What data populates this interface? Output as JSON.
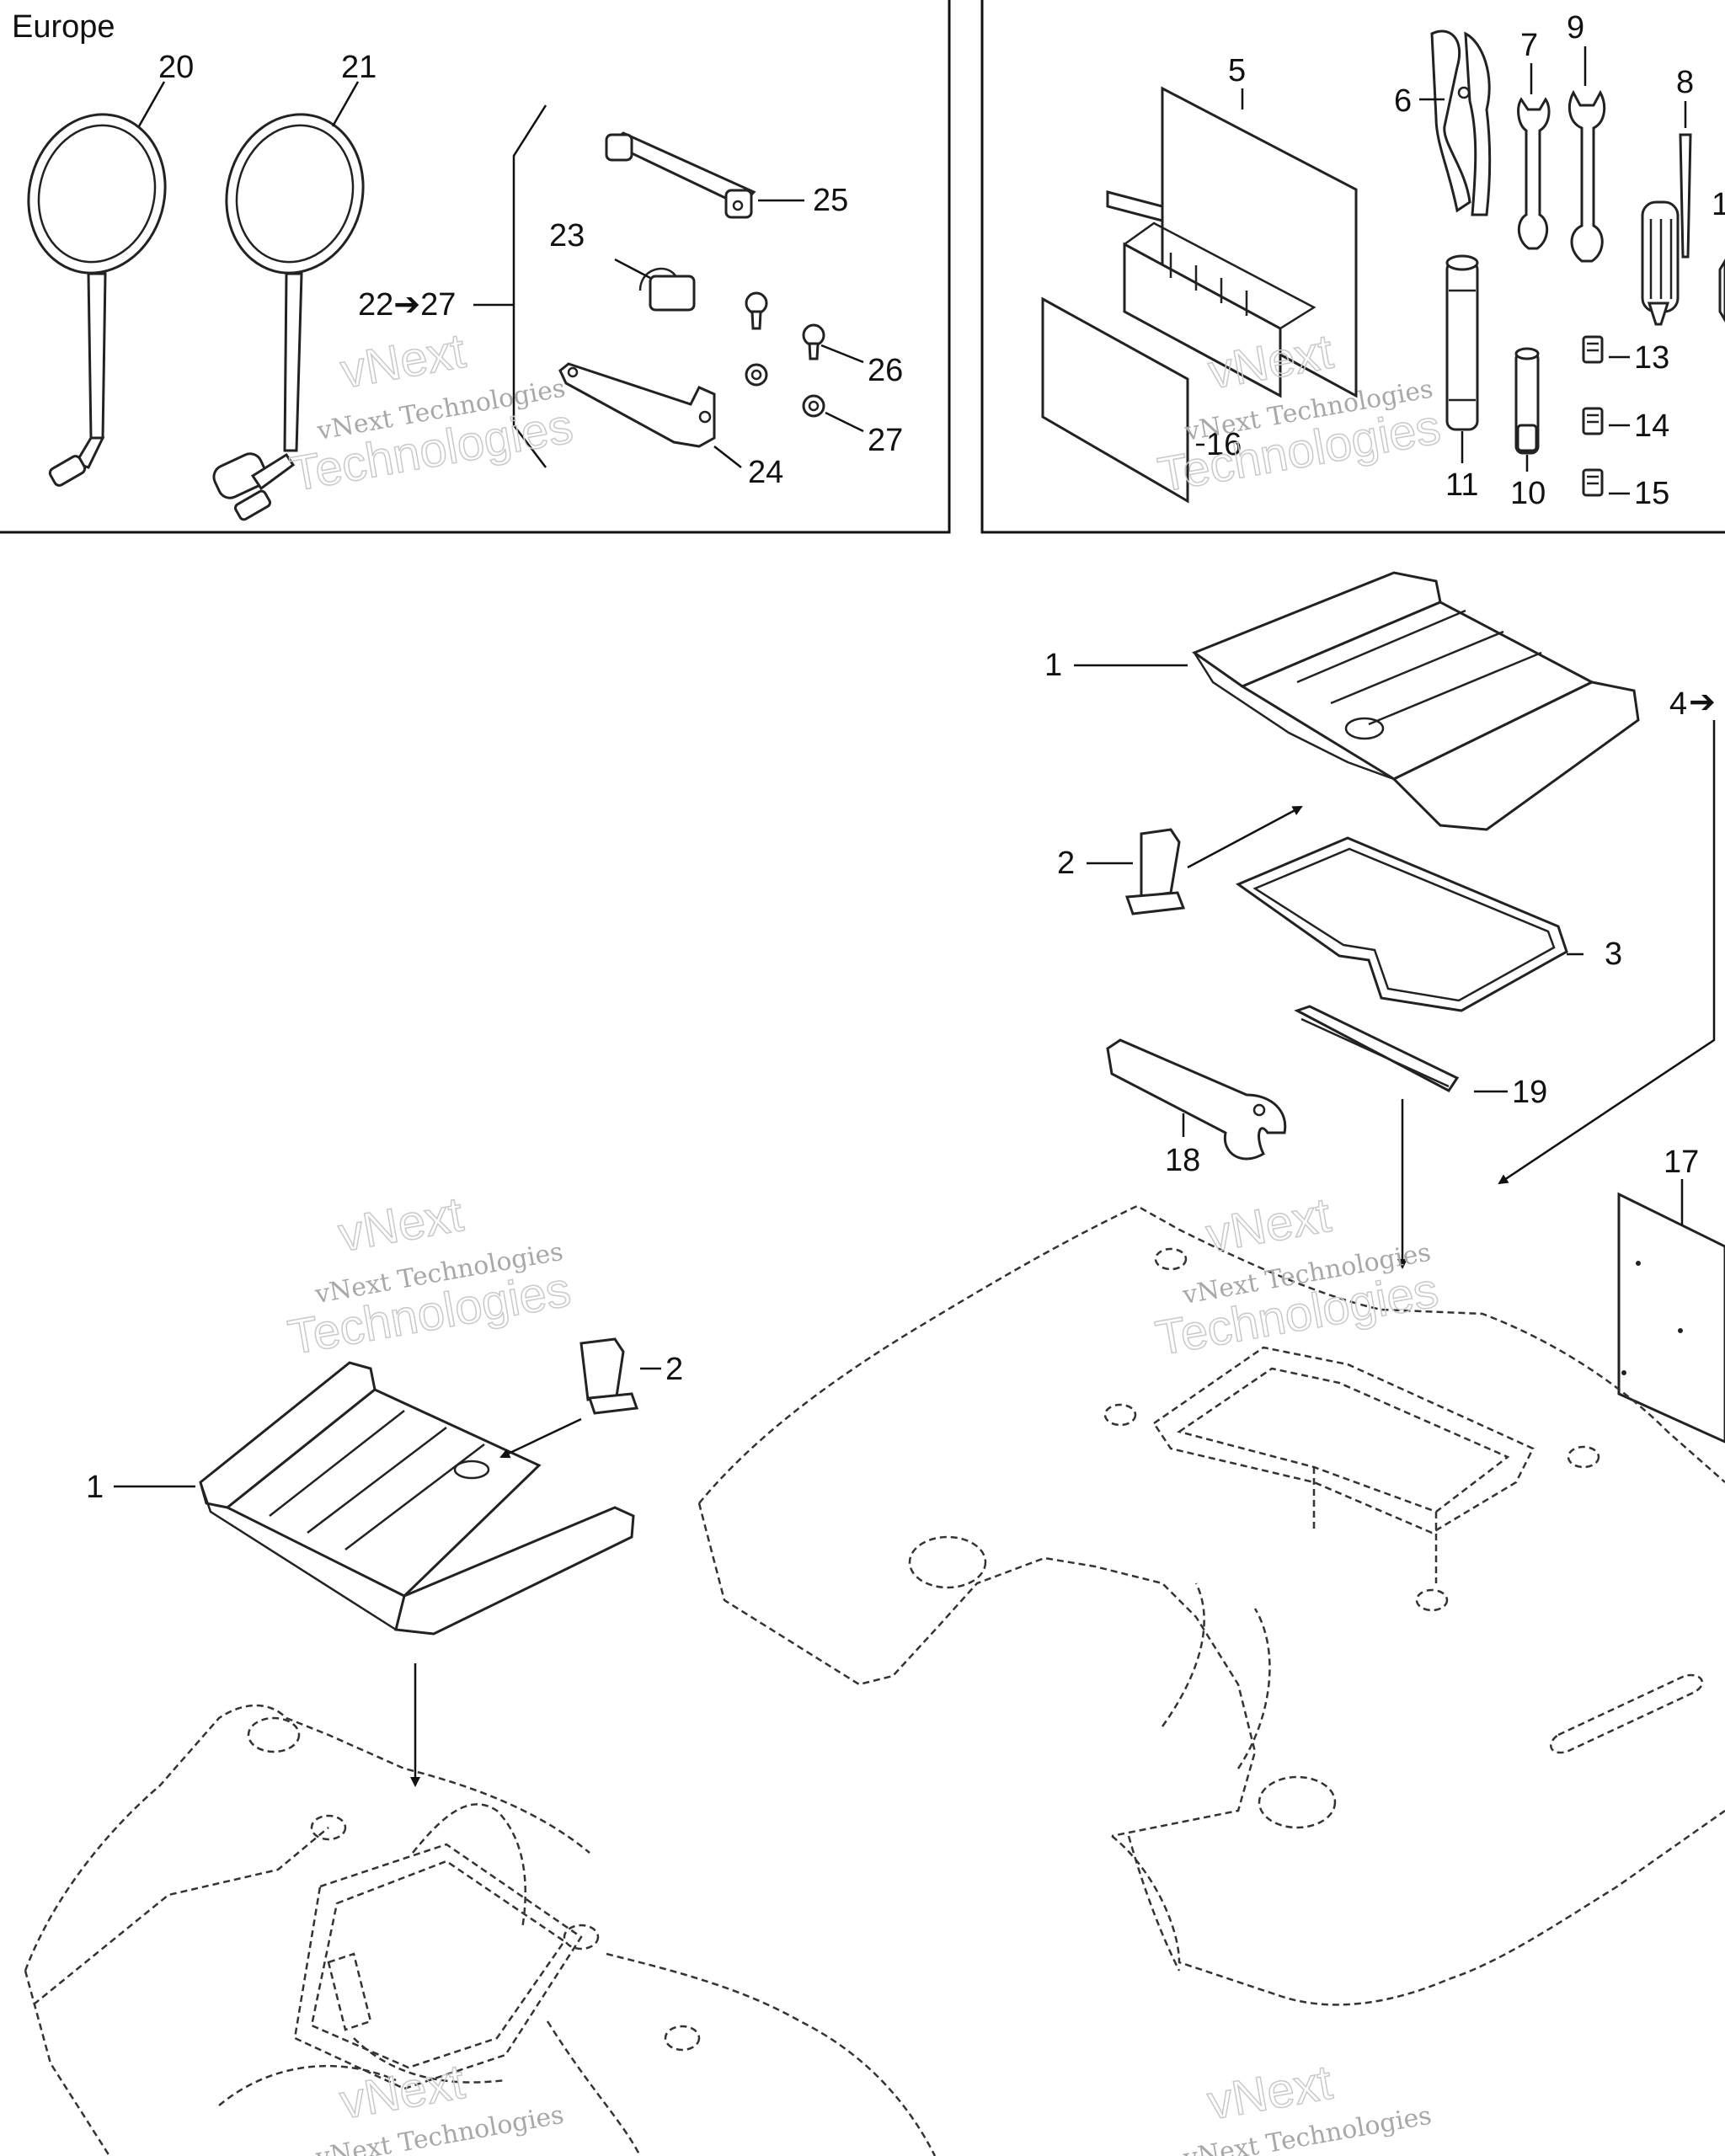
{
  "region_label": "Europe",
  "callouts": {
    "c1": "1",
    "c1b": "1",
    "c2": "2",
    "c2b": "2",
    "c3": "3",
    "c4": "4",
    "c5": "5",
    "c6": "6",
    "c7": "7",
    "c8": "8",
    "c9": "9",
    "c10": "10",
    "c11": "11",
    "c13": "13",
    "c14": "14",
    "c15": "15",
    "c16": "16",
    "c17": "17",
    "c18": "18",
    "c19": "19",
    "c20": "20",
    "c21": "21",
    "c22_27": "22➔27",
    "c23": "23",
    "c24": "24",
    "c25": "25",
    "c26": "26",
    "c27": "27"
  },
  "watermark": {
    "brand": "vNext",
    "word": "Technologies",
    "full": "vNext Technologies"
  }
}
